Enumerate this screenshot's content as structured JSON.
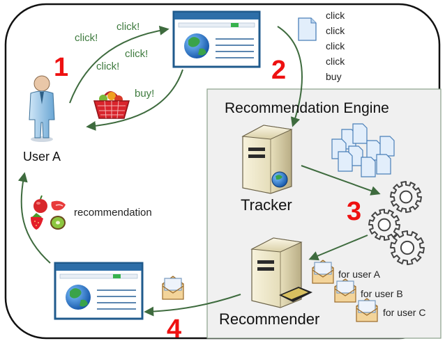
{
  "diagram": {
    "step_numbers": [
      "1",
      "2",
      "3",
      "4"
    ],
    "user_label": "User A",
    "click_labels": [
      "click!",
      "click!",
      "click!",
      "click!"
    ],
    "buy_label": "buy!",
    "log_lines": [
      "click",
      "click",
      "click",
      "click",
      "buy"
    ],
    "engine_title": "Recommendation Engine",
    "tracker_label": "Tracker",
    "recommender_label": "Recommender",
    "recommendation_label": "recommendation",
    "for_users": [
      "for user A",
      "for user B",
      "for user C"
    ]
  },
  "colors": {
    "step_red": "#ee1111",
    "arrow_green": "#3e6b3e",
    "click_green": "#3f7b3f",
    "engine_bg": "#f0f0f0",
    "engine_border": "#8aa08a",
    "browser_blue": "#1f5a8c"
  },
  "icons": [
    "user-icon",
    "browser-icon",
    "basket-icon",
    "document-icon",
    "server-icon",
    "globe-icon",
    "gear-icon",
    "envelope-icon",
    "fruit-icon"
  ]
}
